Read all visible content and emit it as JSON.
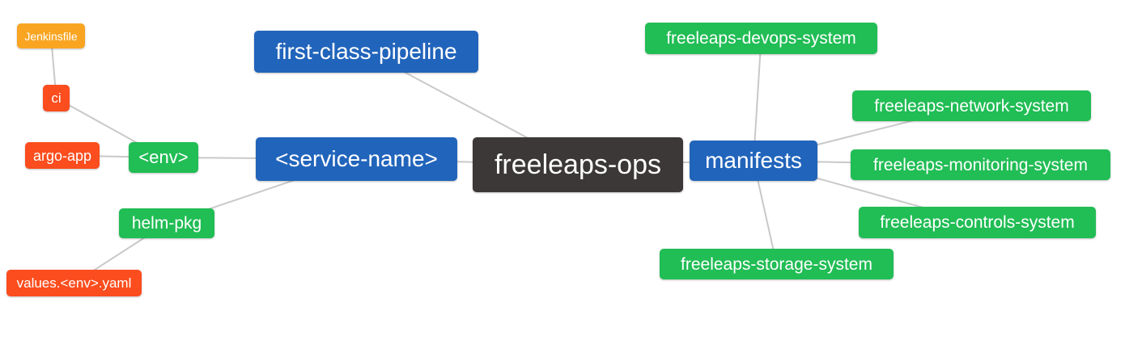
{
  "palette": {
    "blue": "#2164BB",
    "green": "#21BD55",
    "red": "#FB4D1E",
    "orange": "#F9A522",
    "dark": "#3B3837",
    "edge": "#C9C9C9",
    "text": "#FFFFFF",
    "background": "#FFFFFF"
  },
  "nodes": [
    {
      "id": "freeleaps-ops",
      "label": "freeleaps-ops",
      "color": "dark"
    },
    {
      "id": "first-class-pipeline",
      "label": "first-class-pipeline",
      "color": "blue"
    },
    {
      "id": "service-name",
      "label": "<service-name>",
      "color": "blue"
    },
    {
      "id": "env",
      "label": "<env>",
      "color": "green"
    },
    {
      "id": "ci",
      "label": "ci",
      "color": "red"
    },
    {
      "id": "jenkinsfile",
      "label": "Jenkinsfile",
      "color": "orange"
    },
    {
      "id": "argo-app",
      "label": "argo-app",
      "color": "red"
    },
    {
      "id": "helm-pkg",
      "label": "helm-pkg",
      "color": "green"
    },
    {
      "id": "values-env-yaml",
      "label": "values.<env>.yaml",
      "color": "red"
    },
    {
      "id": "manifests",
      "label": "manifests",
      "color": "blue"
    },
    {
      "id": "freeleaps-devops-system",
      "label": "freeleaps-devops-system",
      "color": "green"
    },
    {
      "id": "freeleaps-network-system",
      "label": "freeleaps-network-system",
      "color": "green"
    },
    {
      "id": "freeleaps-monitoring-system",
      "label": "freeleaps-monitoring-system",
      "color": "green"
    },
    {
      "id": "freeleaps-controls-system",
      "label": "freeleaps-controls-system",
      "color": "green"
    },
    {
      "id": "freeleaps-storage-system",
      "label": "freeleaps-storage-system",
      "color": "green"
    }
  ],
  "edges": [
    [
      "freeleaps-ops",
      "first-class-pipeline"
    ],
    [
      "freeleaps-ops",
      "service-name"
    ],
    [
      "freeleaps-ops",
      "manifests"
    ],
    [
      "service-name",
      "env"
    ],
    [
      "service-name",
      "helm-pkg"
    ],
    [
      "env",
      "ci"
    ],
    [
      "env",
      "argo-app"
    ],
    [
      "ci",
      "jenkinsfile"
    ],
    [
      "helm-pkg",
      "values-env-yaml"
    ],
    [
      "manifests",
      "freeleaps-devops-system"
    ],
    [
      "manifests",
      "freeleaps-network-system"
    ],
    [
      "manifests",
      "freeleaps-monitoring-system"
    ],
    [
      "manifests",
      "freeleaps-controls-system"
    ],
    [
      "manifests",
      "freeleaps-storage-system"
    ]
  ]
}
